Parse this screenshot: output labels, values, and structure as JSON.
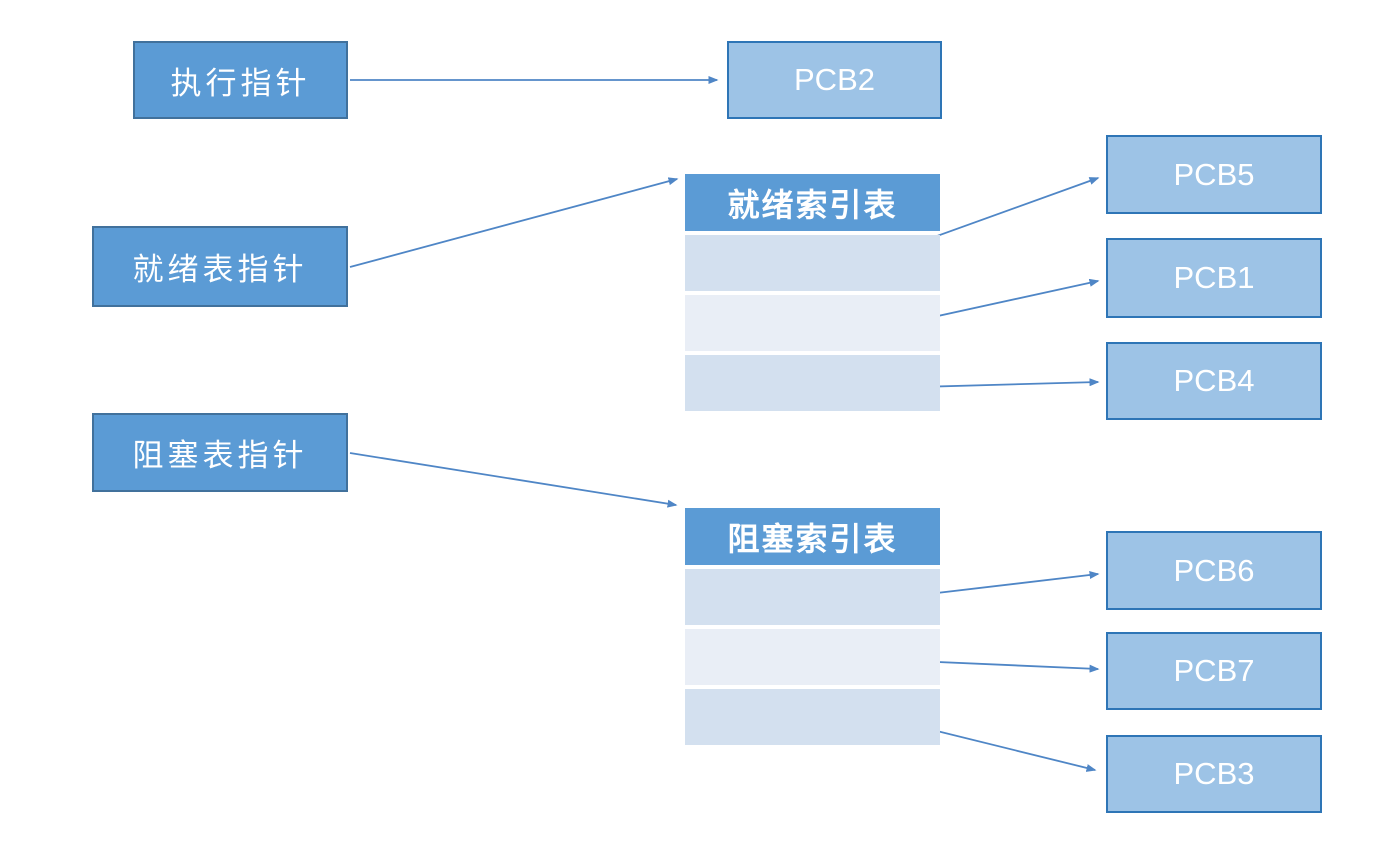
{
  "diagram_title": "PCB index-table scheduling diagram",
  "pointers": {
    "exec": {
      "label": "执行指针"
    },
    "ready": {
      "label": "就绪表指针"
    },
    "blocked": {
      "label": "阻塞表指针"
    }
  },
  "tables": {
    "ready": {
      "title": "就绪索引表",
      "row_count": 3
    },
    "blocked": {
      "title": "阻塞索引表",
      "row_count": 3
    }
  },
  "pcbs": {
    "pcb2": {
      "label": "PCB2"
    },
    "pcb5": {
      "label": "PCB5"
    },
    "pcb1": {
      "label": "PCB1"
    },
    "pcb4": {
      "label": "PCB4"
    },
    "pcb6": {
      "label": "PCB6"
    },
    "pcb7": {
      "label": "PCB7"
    },
    "pcb3": {
      "label": "PCB3"
    }
  },
  "connections": [
    {
      "from": "执行指针",
      "to": "PCB2"
    },
    {
      "from": "就绪表指针",
      "to": "就绪索引表"
    },
    {
      "from": "就绪索引表 行1",
      "to": "PCB5"
    },
    {
      "from": "就绪索引表 行2",
      "to": "PCB1"
    },
    {
      "from": "就绪索引表 行3",
      "to": "PCB4"
    },
    {
      "from": "阻塞表指针",
      "to": "阻塞索引表"
    },
    {
      "from": "阻塞索引表 行1",
      "to": "PCB6"
    },
    {
      "from": "阻塞索引表 行2",
      "to": "PCB7"
    },
    {
      "from": "阻塞索引表 行3",
      "to": "PCB3"
    }
  ],
  "colors": {
    "pointer_fill": "#5B9BD5",
    "pointer_border": "#41719C",
    "pcb_fill": "#9DC3E6",
    "pcb_border": "#2E75B6",
    "table_header_fill": "#5B9BD5",
    "table_row_dark": "#D3E0EF",
    "table_row_light": "#E9EEF6",
    "arrow": "#4F86C6",
    "text": "#FFFFFF"
  }
}
